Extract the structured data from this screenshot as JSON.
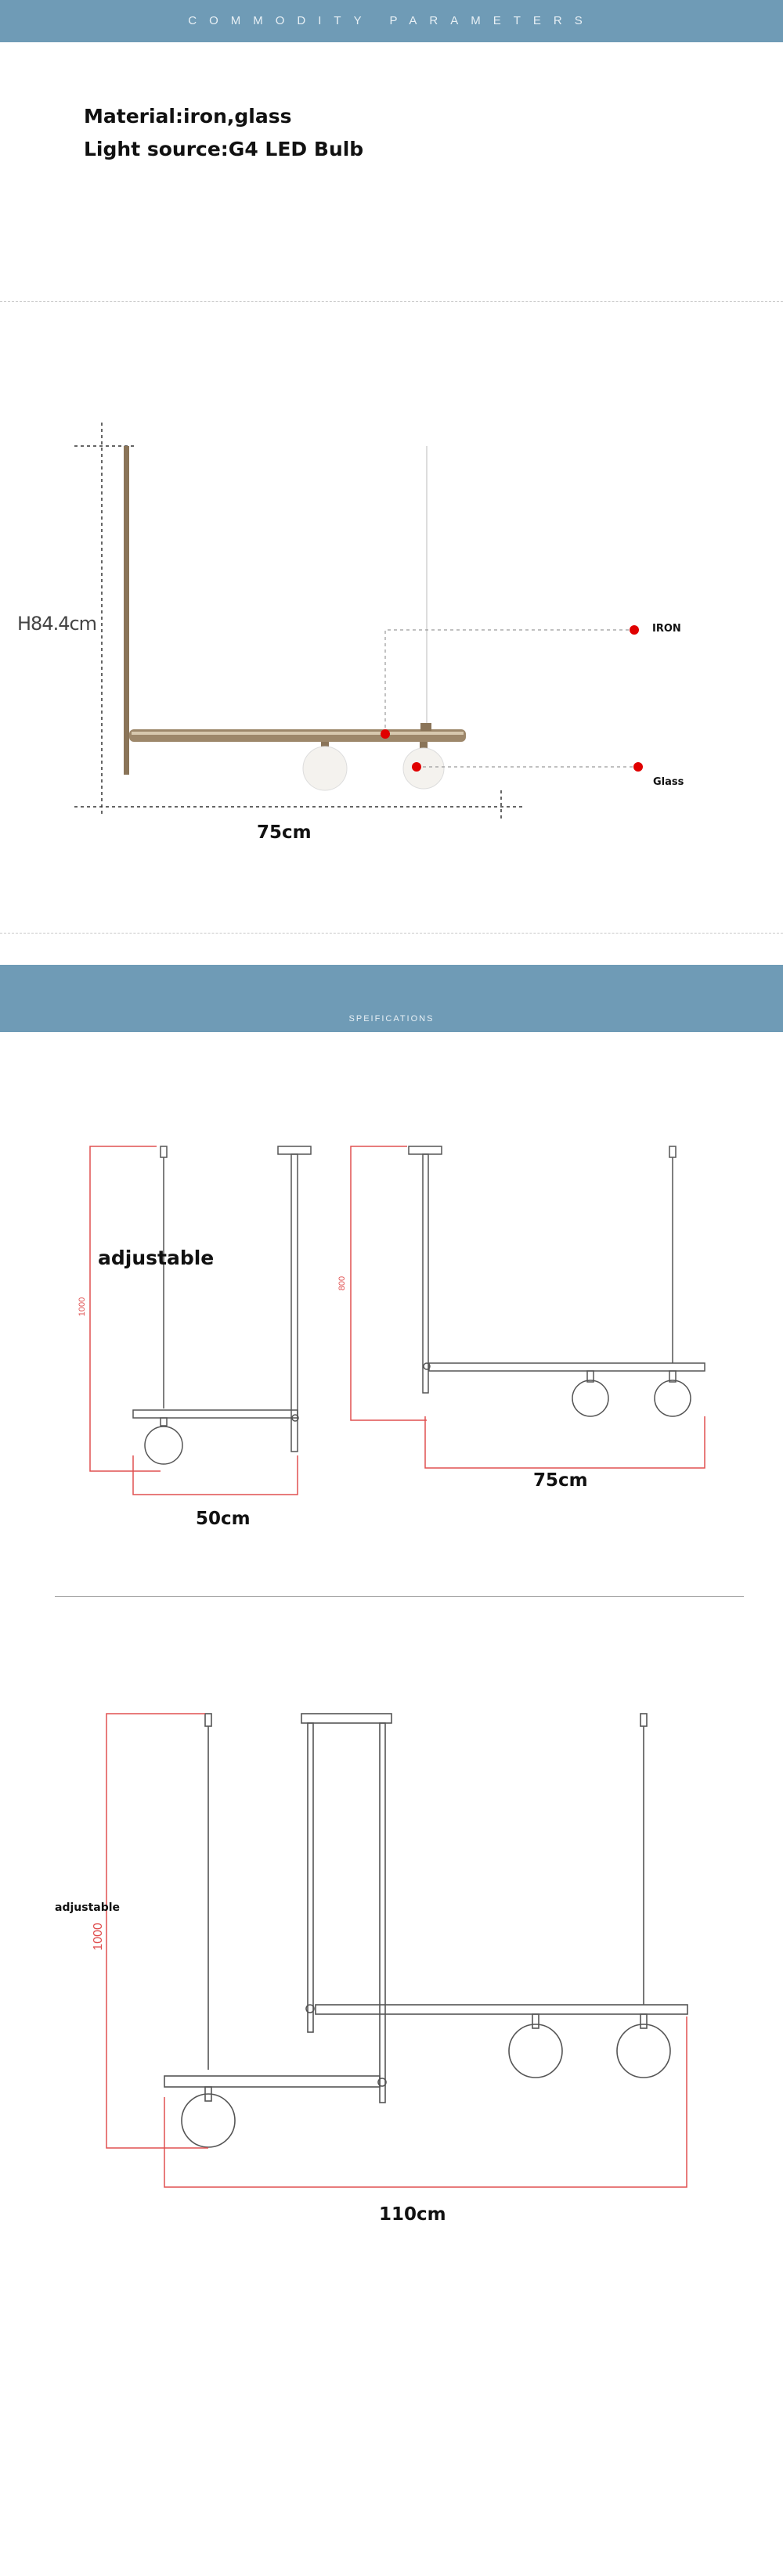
{
  "header": {
    "commodity_parameters": "COMMODITY PARAMETERS"
  },
  "specs": {
    "material": "Material:iron,glass",
    "light_source": "Light source:G4 LED Bulb"
  },
  "diagram1": {
    "height_label": "H84.4cm",
    "width_label": "75cm",
    "iron_label": "IRON",
    "glass_label": "Glass"
  },
  "section2": {
    "title": "SPEIFICATIONS"
  },
  "diagram2": {
    "adjustable": "adjustable",
    "height_small_left": "1000",
    "width_left": "50cm",
    "height_small_right": "800",
    "width_right": "75cm"
  },
  "diagram3": {
    "adjustable": "adjustable",
    "height": "1000",
    "width": "110cm"
  },
  "colors": {
    "banner": "#6f9bb6",
    "brass": "#8a7458",
    "red_marker": "#e00000",
    "dimension_red": "#e05050"
  }
}
